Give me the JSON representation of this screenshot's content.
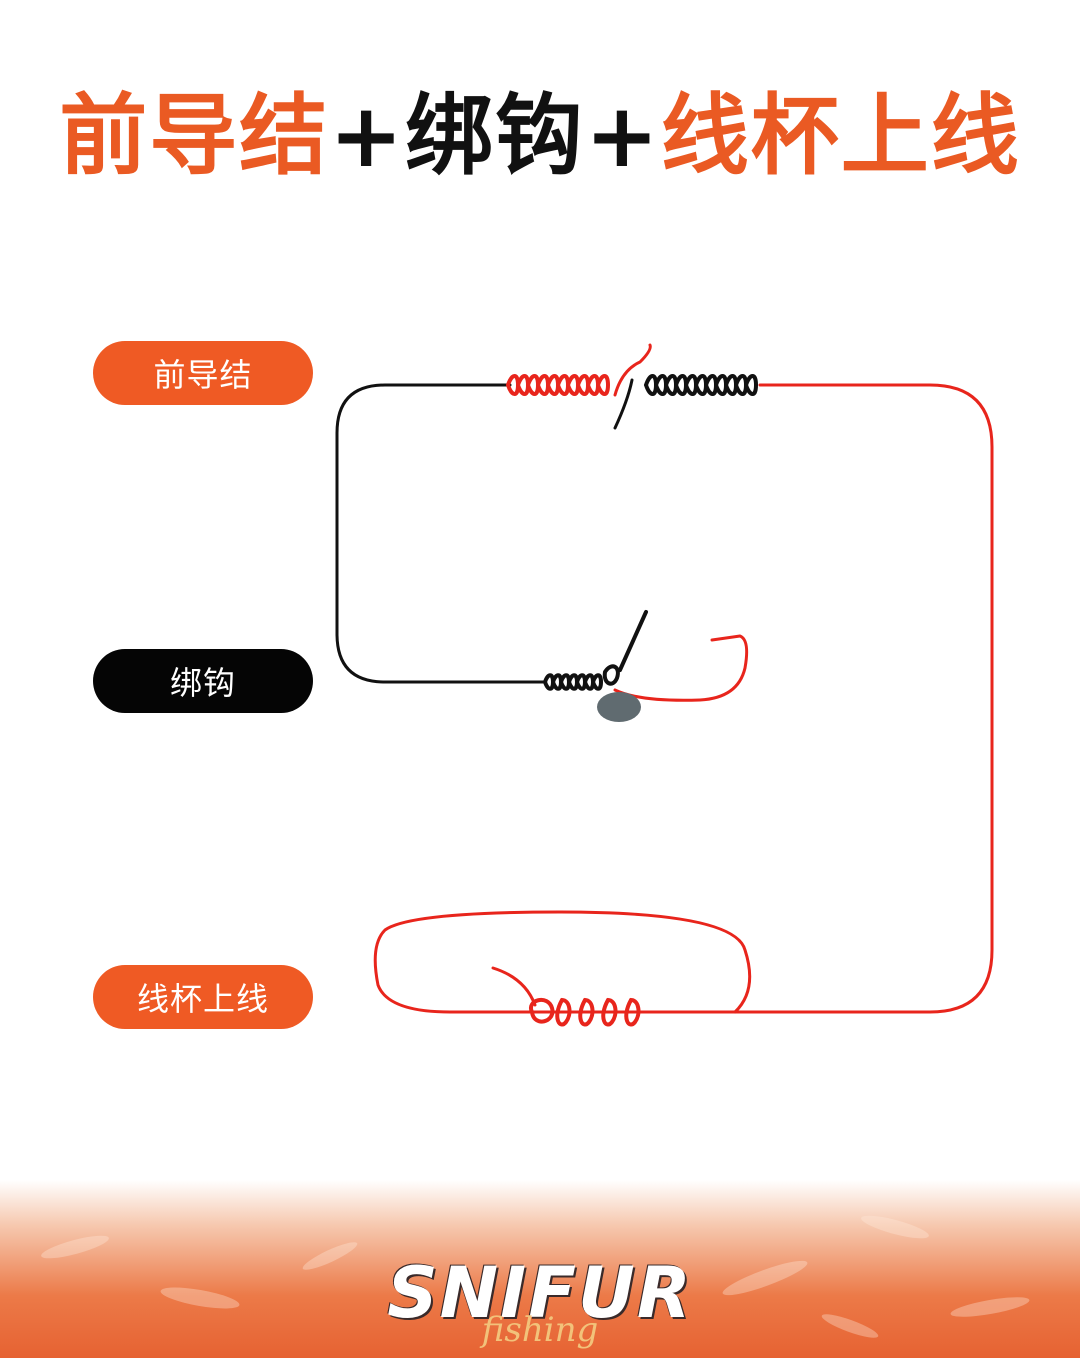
{
  "title": {
    "part1": "前导结",
    "plus1": "+",
    "part2": "绑钩",
    "plus2": "+",
    "part3": "线杯上线"
  },
  "labels": {
    "leader_knot": "前导结",
    "hook_tie": "绑钩",
    "spool_tie": "线杯上线"
  },
  "logo": {
    "main": "SNIFUR",
    "sub": "fishing"
  },
  "colors": {
    "accent": "#ef5a24",
    "red_line": "#e8251c",
    "black_line": "#111111",
    "sinker": "#606b70"
  }
}
